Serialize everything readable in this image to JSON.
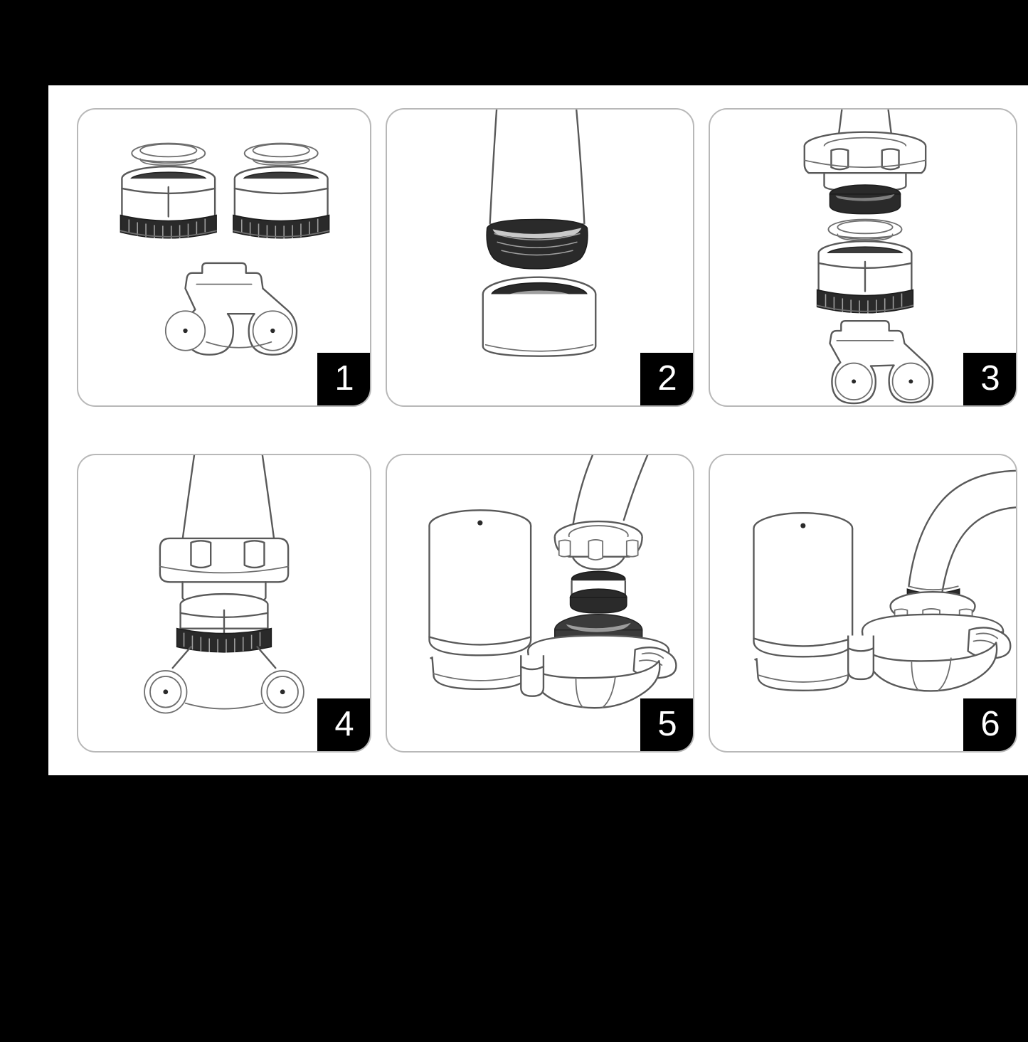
{
  "document": {
    "type": "installation-instruction-diagram",
    "title_visible": false,
    "background_color": "#000000",
    "sheet_color": "#ffffff",
    "badge_color": "#000000",
    "badge_text_color": "#ffffff",
    "line_color": "#595959",
    "panel_border_color": "#b8b8b8",
    "columns": 3,
    "rows": 2
  },
  "panels": [
    {
      "number": "1",
      "name": "panel-parts-overview",
      "description": "Two threaded faucet adapters with separate O-ring seals above each, and a dual-ring spanner wrench below",
      "parts": [
        "threaded-adapter-left",
        "o-ring-left",
        "threaded-adapter-right",
        "o-ring-right",
        "spanner-wrench"
      ]
    },
    {
      "number": "2",
      "name": "panel-remove-aerator",
      "description": "Faucet spout with its aerator unscrewed and removed below the spout tip",
      "parts": [
        "faucet-spout",
        "spout-threaded-tip",
        "aerator"
      ]
    },
    {
      "number": "3",
      "name": "panel-exploded-adapter-stack",
      "description": "Exploded view showing faucet with collar clip, black gasket, O-ring, threaded adapter and spanner wrench aligned below",
      "parts": [
        "faucet-spout",
        "collar-clip-ring",
        "black-gasket",
        "o-ring",
        "threaded-adapter",
        "spanner-wrench"
      ]
    },
    {
      "number": "4",
      "name": "panel-tighten-adapter",
      "description": "Adapter fitted onto faucet spout and tightened with the spanner wrench engaged on the knurled ring",
      "parts": [
        "faucet-spout",
        "collar-clip-ring",
        "threaded-adapter",
        "knurled-ring",
        "spanner-wrench"
      ]
    },
    {
      "number": "5",
      "name": "panel-attach-filter",
      "description": "Filter cartridge housing beside the diverter valve body, with the faucet and adapter lowering onto the diverter inlet",
      "parts": [
        "filter-cartridge-body",
        "diverter-valve-housing",
        "diverter-lever",
        "faucet-adapter-collar",
        "sealing-rings"
      ]
    },
    {
      "number": "6",
      "name": "panel-installed",
      "description": "Completed installation: filter cartridge and diverter valve mounted on the faucet spout",
      "parts": [
        "filter-cartridge-body",
        "diverter-valve-housing",
        "diverter-lever",
        "faucet-spout"
      ]
    }
  ]
}
